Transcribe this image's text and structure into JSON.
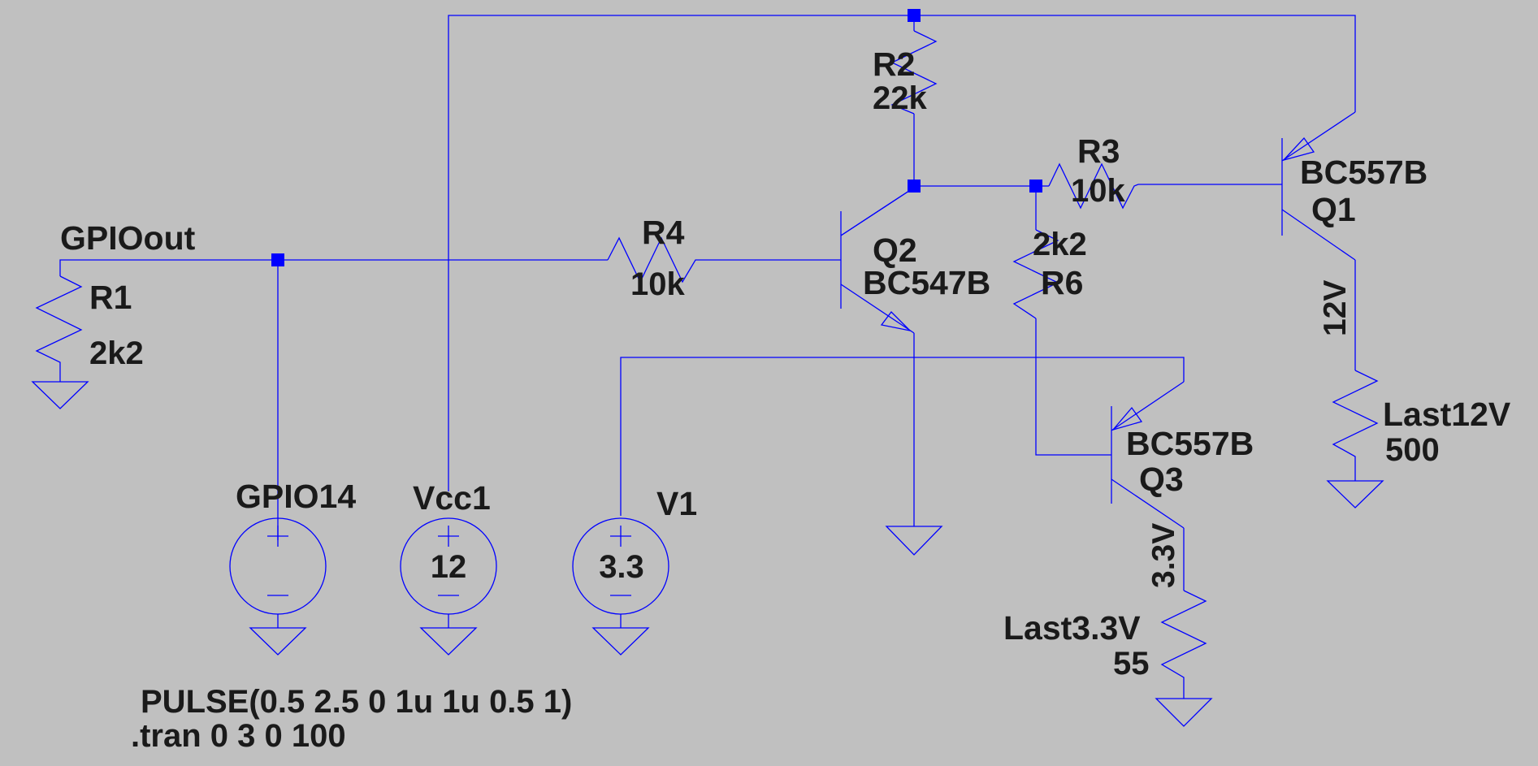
{
  "nets": {
    "gpio_out": "GPIOout",
    "rail_12v": "12V",
    "rail_3v3": "3.3V"
  },
  "resistors": {
    "r1": {
      "name": "R1",
      "value": "2k2"
    },
    "r2": {
      "name": "R2",
      "value": "22k"
    },
    "r3": {
      "name": "R3",
      "value": "10k"
    },
    "r4": {
      "name": "R4",
      "value": "10k"
    },
    "r6": {
      "name": "R6",
      "value": "2k2"
    },
    "last12v": {
      "name": "Last12V",
      "value": "500"
    },
    "last3v3": {
      "name": "Last3.3V",
      "value": "55"
    }
  },
  "transistors": {
    "q1": {
      "name": "Q1",
      "model": "BC557B"
    },
    "q2": {
      "name": "Q2",
      "model": "BC547B"
    },
    "q3": {
      "name": "Q3",
      "model": "BC557B"
    }
  },
  "sources": {
    "gpio14": {
      "name": "GPIO14",
      "value": ""
    },
    "vcc1": {
      "name": "Vcc1",
      "value": "12"
    },
    "v1": {
      "name": "V1",
      "value": "3.3"
    }
  },
  "directives": {
    "pulse": "PULSE(0.5 2.5 0 1u 1u 0.5 1)",
    "tran": ".tran 0 3 0 100"
  },
  "colors": {
    "background": "#c0c0c0",
    "wire": "#0000ff",
    "text": "#1a1a1a"
  }
}
